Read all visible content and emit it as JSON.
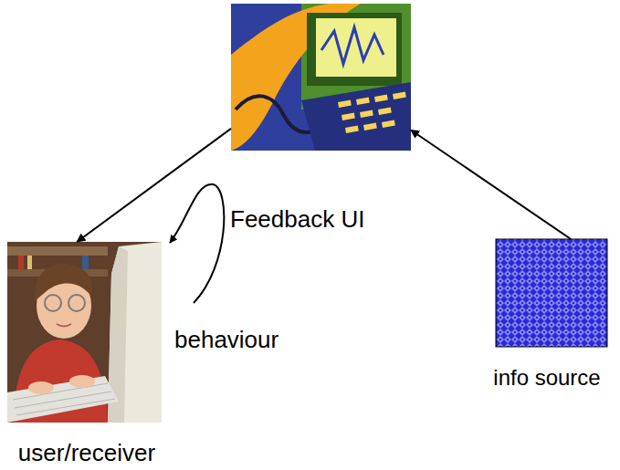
{
  "diagram": {
    "nodes": [
      {
        "text": []
      },
      {
        "text": [
          "user/receiver"
        ]
      },
      {
        "text": [
          "info source"
        ]
      }
    ],
    "edges": [
      {
        "from": 0,
        "to": 1,
        "arrow": "to"
      },
      {
        "from": 2,
        "to": 0,
        "arrow": "to"
      }
    ],
    "labels": [
      "Feedback UI",
      "behaviour"
    ]
  }
}
